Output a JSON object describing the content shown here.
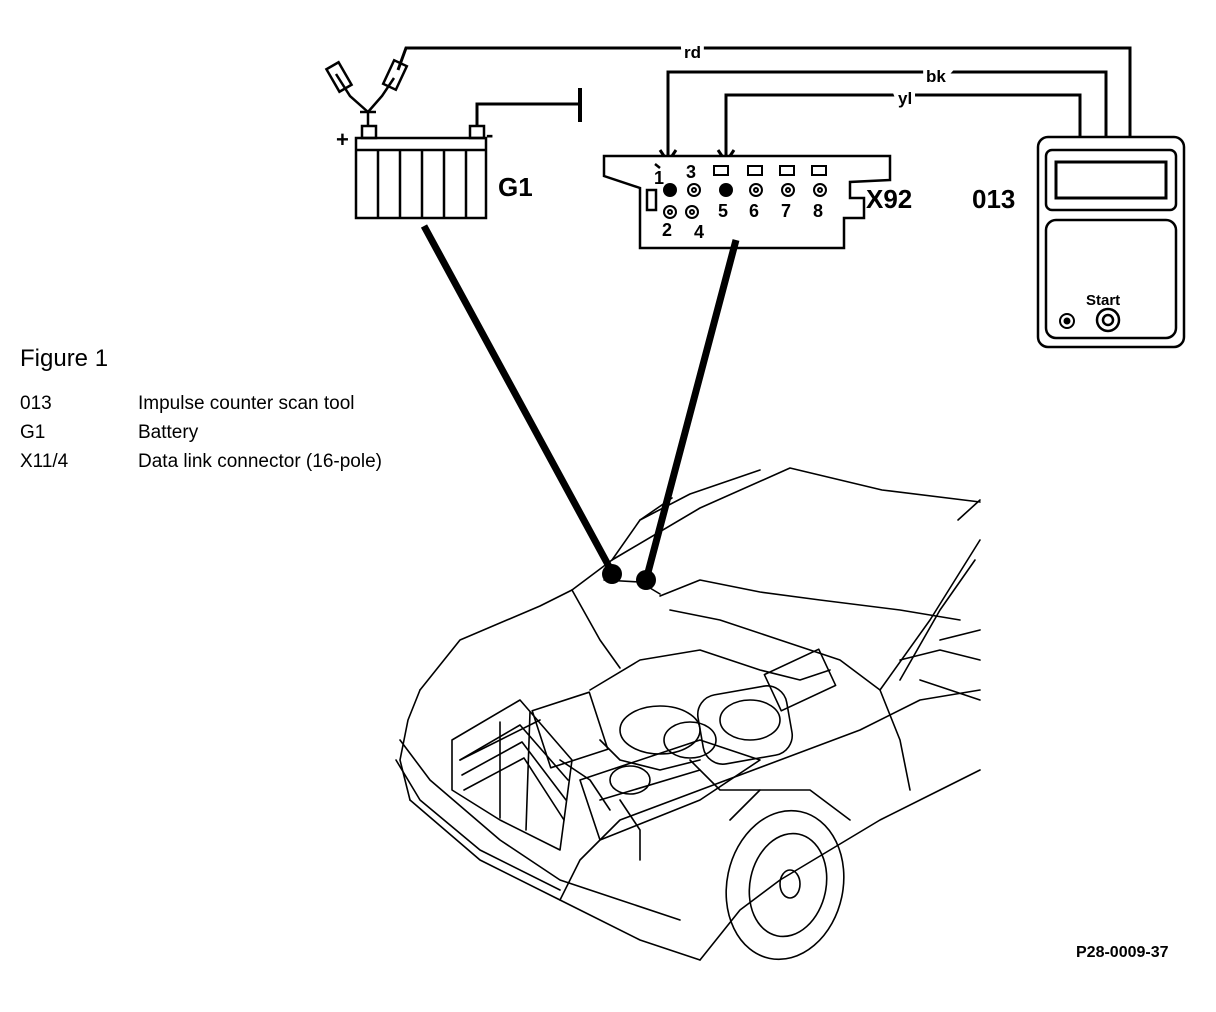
{
  "figure": {
    "title": "Figure 1",
    "legend": [
      {
        "code": "013",
        "description": "Impulse counter scan tool"
      },
      {
        "code": "G1",
        "description": "Battery"
      },
      {
        "code": "X11/4",
        "description": "Data link connector (16-pole)"
      }
    ],
    "reference_number": "P28-0009-37"
  },
  "diagram": {
    "wires": {
      "red": "rd",
      "black": "bk",
      "yellow": "yl"
    },
    "battery": {
      "label": "G1",
      "plus": "+",
      "minus": "-"
    },
    "connector": {
      "label": "X92",
      "pins": [
        "1",
        "2",
        "3",
        "4",
        "5",
        "6",
        "7",
        "8"
      ]
    },
    "scan_tool": {
      "label": "013",
      "start_label": "Start"
    }
  }
}
